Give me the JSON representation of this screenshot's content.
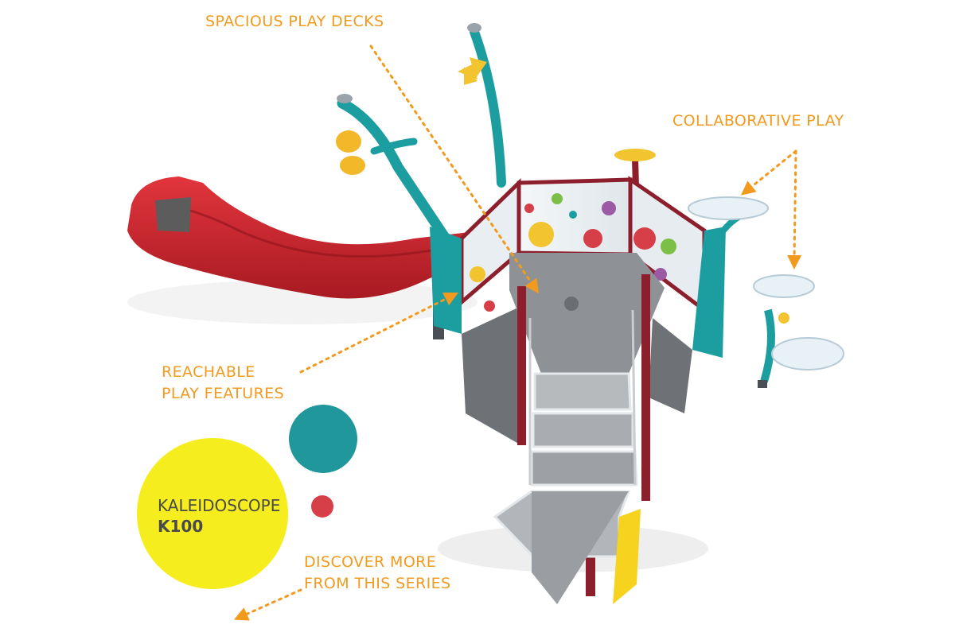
{
  "callouts": {
    "decks": "SPACIOUS PLAY DECKS",
    "collaborative": "COLLABORATIVE PLAY",
    "reachable_line1": "REACHABLE",
    "reachable_line2": "PLAY FEATURES",
    "discover_line1": "DISCOVER MORE",
    "discover_line2": "FROM THIS SERIES"
  },
  "series": {
    "name": "KALEIDOSCOPE",
    "model": "K100"
  },
  "colors": {
    "accent_orange": "#f29a1d",
    "teal": "#20979a",
    "yellow": "#f5ed1e",
    "red": "#d63e48",
    "slide_red": "#c4202a",
    "deck_grey": "#8e9296"
  },
  "icons": {
    "arrow": "arrow-down-icon"
  }
}
